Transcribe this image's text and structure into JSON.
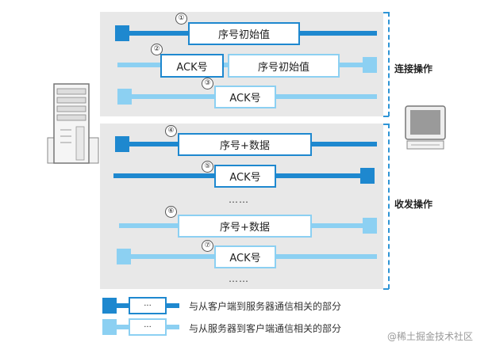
{
  "messages": {
    "m1": "序号初始值",
    "m2a": "ACK号",
    "m2b": "序号初始值",
    "m3": "ACK号",
    "m4": "序号+数据",
    "m5": "ACK号",
    "m6": "序号+数据",
    "m7": "ACK号"
  },
  "steps": [
    "①",
    "②",
    "③",
    "④",
    "⑤",
    "⑥",
    "⑦"
  ],
  "ellipsis": "……",
  "phases": {
    "connect": "连接操作",
    "transfer": "收发操作"
  },
  "legend": {
    "box_text": "···",
    "client_to_server": "与从客户端到服务器通信相关的部分",
    "server_to_client": "与从服务器到客户端通信相关的部分"
  },
  "watermark": "@稀土掘金技术社区",
  "colors": {
    "client_to_server": "#1e88cf",
    "server_to_client": "#8cd0f2",
    "panel": "#e8e8e8"
  },
  "icons": {
    "left": "server-icon",
    "right": "client-computer-icon"
  }
}
